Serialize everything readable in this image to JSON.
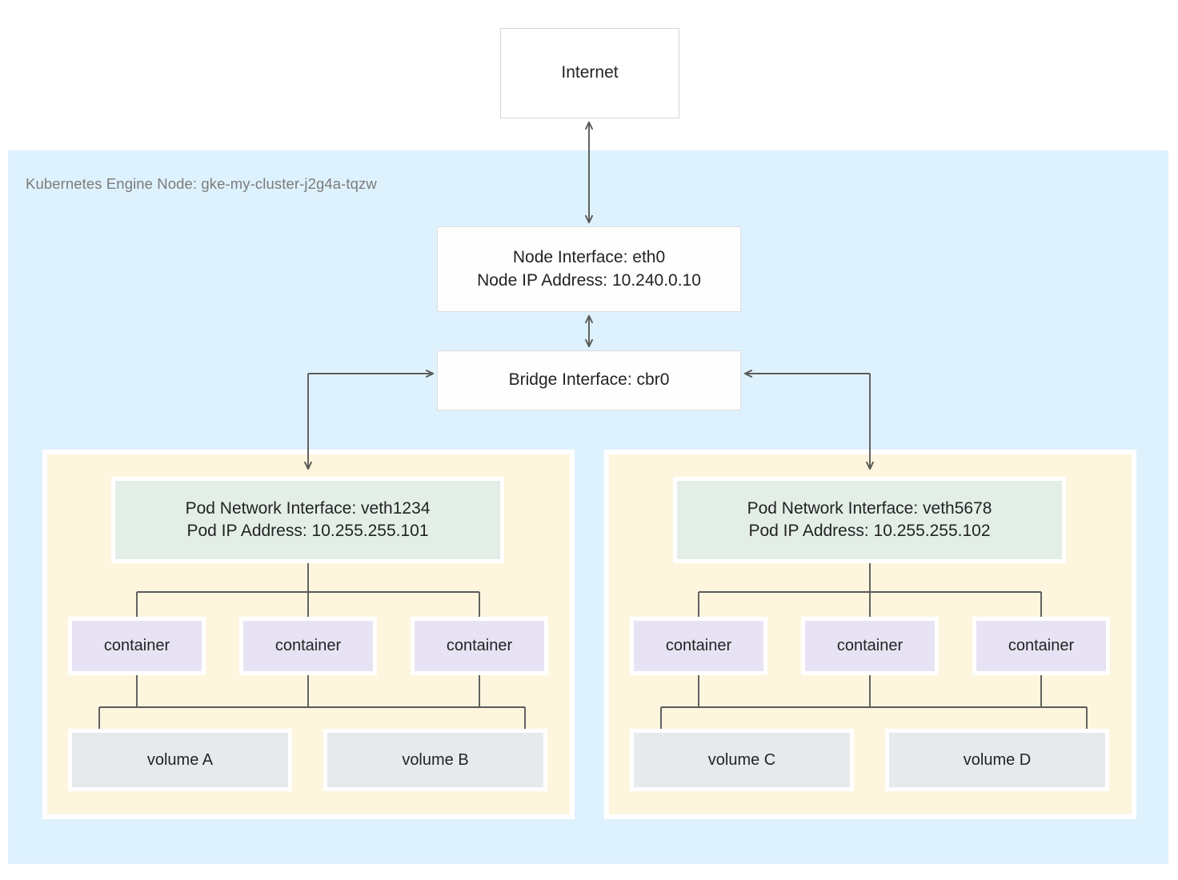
{
  "diagram": {
    "title_text": "Kubernetes Engine Node: gke-my-cluster-j2g4a-tqzw",
    "internet": {
      "label": "Internet"
    },
    "node_interface": {
      "line1": "Node Interface: eth0",
      "line2": "Node IP Address: 10.240.0.10"
    },
    "bridge": {
      "label": "Bridge Interface: cbr0"
    },
    "pods": [
      {
        "iface_line1": "Pod Network Interface: veth1234",
        "iface_line2": "Pod IP Address: 10.255.255.101",
        "containers": [
          {
            "label": "container"
          },
          {
            "label": "container"
          },
          {
            "label": "container"
          }
        ],
        "volumes": [
          {
            "label": "volume A"
          },
          {
            "label": "volume B"
          }
        ]
      },
      {
        "iface_line1": "Pod Network Interface: veth5678",
        "iface_line2": "Pod IP Address: 10.255.255.102",
        "containers": [
          {
            "label": "container"
          },
          {
            "label": "container"
          },
          {
            "label": "container"
          }
        ],
        "volumes": [
          {
            "label": "volume C"
          },
          {
            "label": "volume D"
          }
        ]
      }
    ]
  },
  "colors": {
    "node_region_bg": "#def2fd",
    "pod_region_bg": "#fdf5dd",
    "pod_interface_bg": "#e3eee7",
    "container_bg": "#e8e3f4",
    "volume_bg": "#e7eaed",
    "box_bg": "#ffffff",
    "box_border": "#d6d6d6",
    "connector": "#5a5a5a",
    "text": "#232323",
    "label_text": "#7b7b7b"
  }
}
